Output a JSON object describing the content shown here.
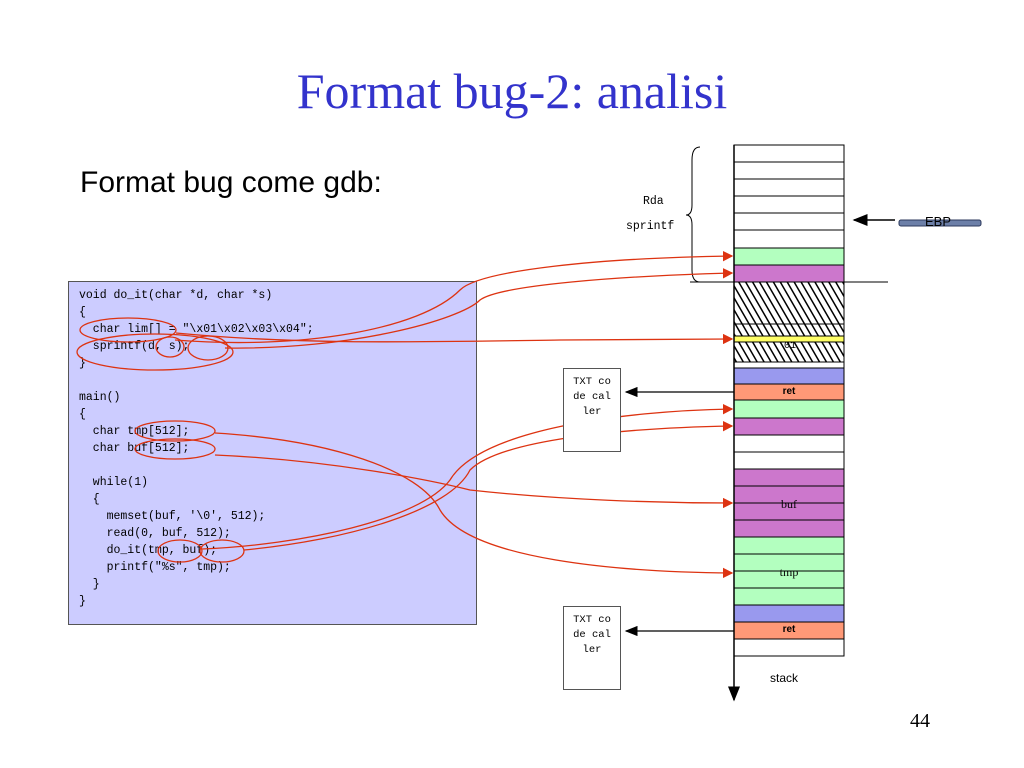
{
  "slide": {
    "title": "Format bug-2: analisi",
    "subtitle": "Format bug come gdb:",
    "page_number": "44"
  },
  "code": {
    "lines": [
      "void do_it(char *d, char *s)",
      "{",
      "  char lim[] = \"\\x01\\x02\\x03\\x04\";",
      "  sprintf(d, s);",
      "}",
      "",
      "main()",
      "{",
      "  char tmp[512];",
      "  char buf[512];",
      "",
      "  while(1)",
      "  {",
      "    memset(buf, '\\0', 512);",
      "    read(0, buf, 512);",
      "    do_it(tmp, buf);",
      "    printf(\"%s\", tmp);",
      "  }",
      "}"
    ]
  },
  "stack_diagram": {
    "rda_label": "Rda",
    "sprintf_label": "sprintf",
    "ebp_label": "EBP",
    "stack_label": "stack",
    "ret_label": "ret",
    "buf_label": "buf",
    "tmp_label": "tmp",
    "lim_label": "01",
    "txt_box_label": "TXT code caller"
  },
  "colors": {
    "title": "#3333cc",
    "code_bg": "#ccccff",
    "green": "#b3ffbf",
    "magenta": "#cc77cc",
    "blue": "#9999ee",
    "salmon": "#ff9977",
    "yellow": "#ffff66",
    "arrow_red": "#dd3311"
  }
}
